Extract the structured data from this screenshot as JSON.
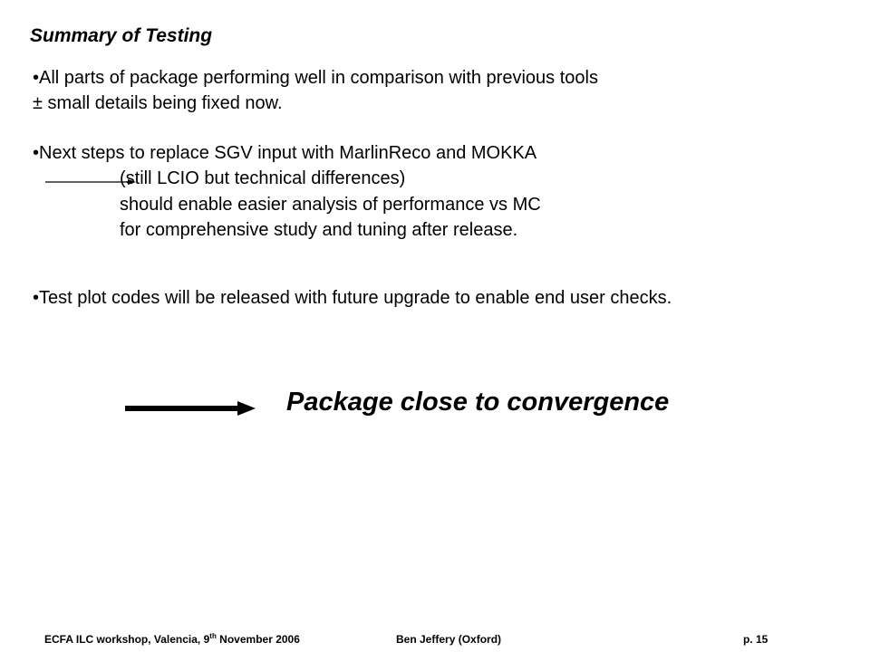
{
  "slide": {
    "title": "Summary of Testing",
    "bullet1": {
      "line1": "•All parts of package performing well in comparison with previous tools",
      "line2": "± small details being fixed now."
    },
    "bullet2": {
      "line1": "•Next steps to replace SGV input with MarlinReco and MOKKA",
      "line2": "(still LCIO but technical differences)",
      "line3": "should enable easier analysis of performance vs MC",
      "line4": "for comprehensive study and tuning after release."
    },
    "bullet3": "•Test plot codes will be released with future upgrade to enable end user checks.",
    "conclusion": "Package close to convergence"
  },
  "footer": {
    "event_pre": "ECFA ILC workshop, Valencia, 9",
    "event_sup": "th",
    "event_post": " November  2006",
    "author": "Ben Jeffery (Oxford)",
    "page": "p. 15"
  }
}
